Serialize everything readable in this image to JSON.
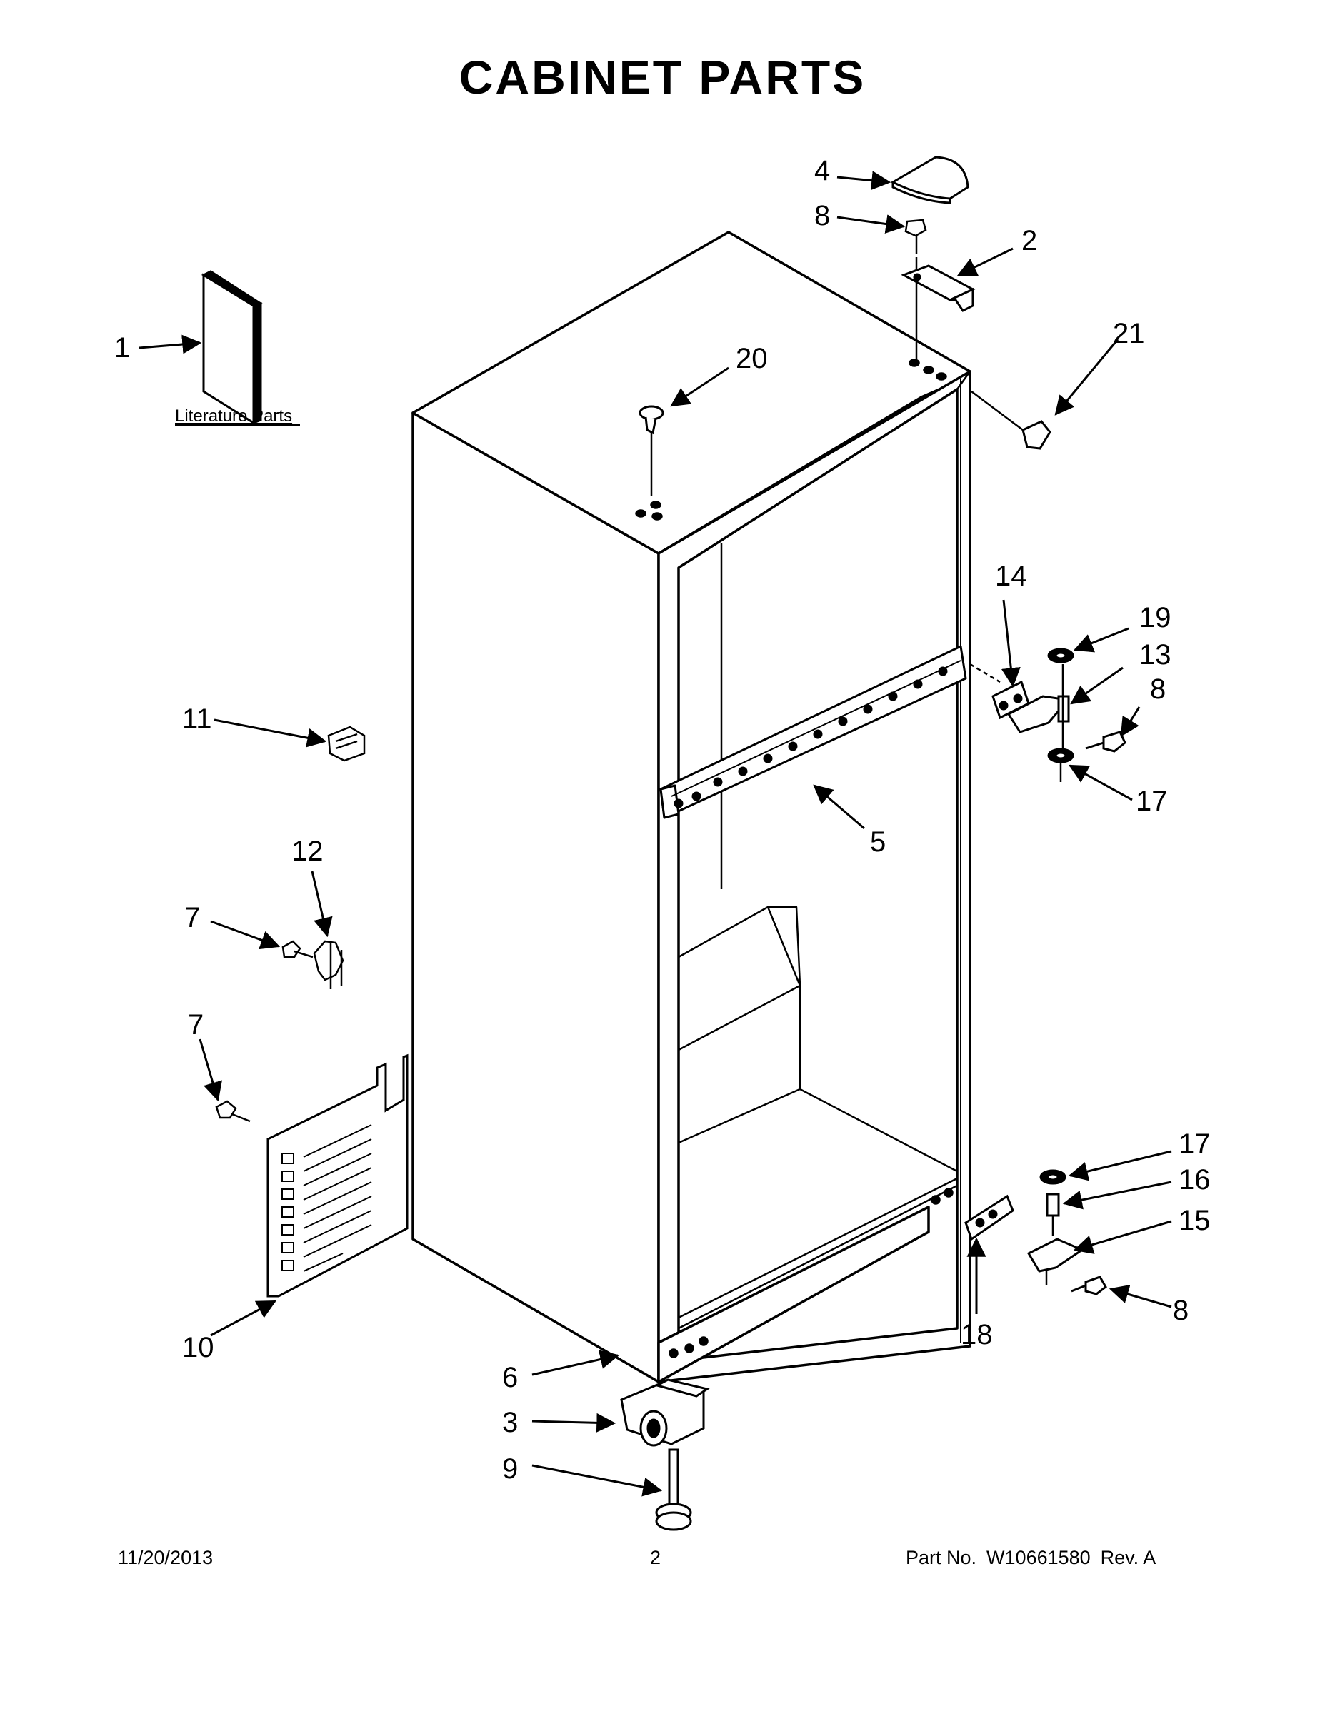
{
  "title": "CABINET PARTS",
  "literature_label": "Literature Parts",
  "callouts": [
    {
      "id": "c1",
      "label": "1"
    },
    {
      "id": "c2",
      "label": "2"
    },
    {
      "id": "c3",
      "label": "3"
    },
    {
      "id": "c4",
      "label": "4"
    },
    {
      "id": "c5",
      "label": "5"
    },
    {
      "id": "c6",
      "label": "6"
    },
    {
      "id": "c7a",
      "label": "7"
    },
    {
      "id": "c7b",
      "label": "7"
    },
    {
      "id": "c8a",
      "label": "8"
    },
    {
      "id": "c8b",
      "label": "8"
    },
    {
      "id": "c8c",
      "label": "8"
    },
    {
      "id": "c9",
      "label": "9"
    },
    {
      "id": "c10",
      "label": "10"
    },
    {
      "id": "c11",
      "label": "11"
    },
    {
      "id": "c12",
      "label": "12"
    },
    {
      "id": "c13",
      "label": "13"
    },
    {
      "id": "c14",
      "label": "14"
    },
    {
      "id": "c15",
      "label": "15"
    },
    {
      "id": "c16",
      "label": "16"
    },
    {
      "id": "c17a",
      "label": "17"
    },
    {
      "id": "c17b",
      "label": "17"
    },
    {
      "id": "c18",
      "label": "18"
    },
    {
      "id": "c19",
      "label": "19"
    },
    {
      "id": "c20",
      "label": "20"
    },
    {
      "id": "c21",
      "label": "21"
    }
  ],
  "footer": {
    "date": "11/20/2013",
    "page": "2",
    "part_prefix": "Part No.",
    "part_number": "W10661580",
    "revision": "Rev. A"
  }
}
